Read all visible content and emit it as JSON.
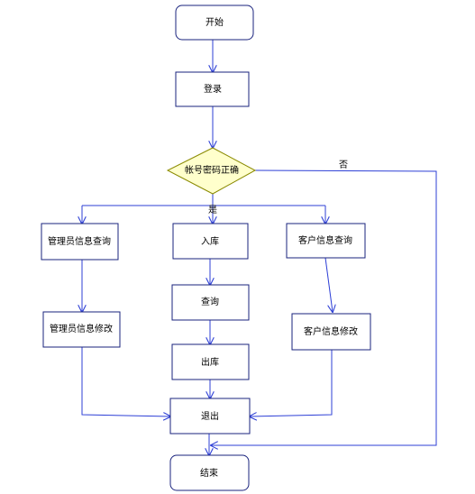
{
  "nodes": {
    "start": "开始",
    "login": "登录",
    "check": "帐号密码正确",
    "admin_query": "管理员信息查询",
    "stock_in": "入库",
    "customer_query": "客户信息查询",
    "query": "查询",
    "admin_modify": "管理员信息修改",
    "customer_modify": "客户信息修改",
    "stock_out": "出库",
    "exit": "退出",
    "end": "结束"
  },
  "edges": {
    "yes_label": "是",
    "no_label": "否"
  },
  "colors": {
    "edge": "#2d3fd6",
    "box_border": "#1a237e",
    "decision_fill": "#ffffcc",
    "decision_border": "#8a8a00"
  }
}
